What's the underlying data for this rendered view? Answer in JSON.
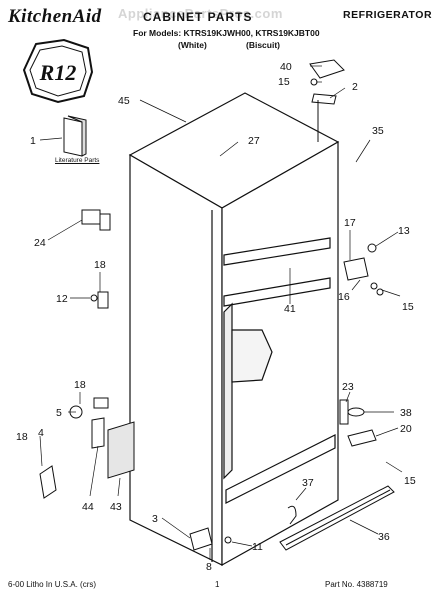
{
  "header": {
    "brand": "KitchenAid",
    "watermark": "AppliancePartsPros.com",
    "title": "CABINET PARTS",
    "category": "REFRIGERATOR",
    "models_line": "For Models: KTRS19KJWH00, KTRS19KJBT00",
    "variant_white": "(White)",
    "variant_biscuit": "(Biscuit)"
  },
  "badge_text": "R12",
  "literature_label": "Literature Parts",
  "callouts": {
    "c1": "1",
    "c2": "2",
    "c3": "3",
    "c4": "4",
    "c5": "5",
    "c8": "8",
    "c11": "11",
    "c12": "12",
    "c13": "13",
    "c15a": "15",
    "c15b": "15",
    "c15c": "15",
    "c16": "16",
    "c17": "17",
    "c18a": "18",
    "c18b": "18",
    "c18c": "18",
    "c20": "20",
    "c23": "23",
    "c24": "24",
    "c27": "27",
    "c35": "35",
    "c36": "36",
    "c37": "37",
    "c38": "38",
    "c40": "40",
    "c41": "41",
    "c43": "43",
    "c44": "44",
    "c45": "45"
  },
  "footer": {
    "litho": "6-00 Litho In U.S.A. (crs)",
    "page": "1",
    "part_no": "Part No. 4388719"
  }
}
